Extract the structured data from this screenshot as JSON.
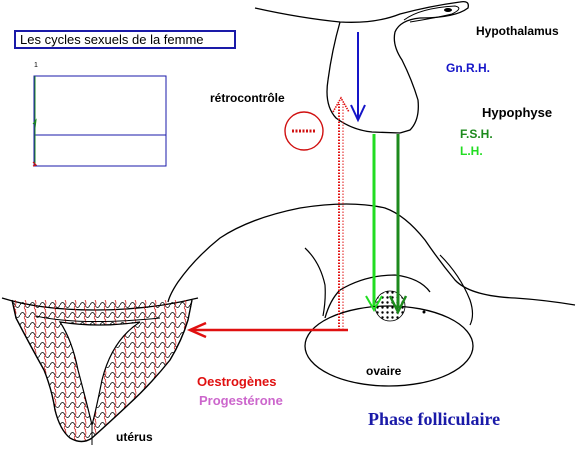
{
  "title": "Les cycles sexuels de la femme",
  "labels": {
    "hypothalamus": "Hypothalamus",
    "gnrh": "Gn.R.H.",
    "hypophyse": "Hypophyse",
    "fsh": "F.S.H.",
    "lh": "L.H.",
    "retrocontrole": "rétrocontrôle",
    "ovaire": "ovaire",
    "oestrogenes": "Oestrogènes",
    "progesterone": "Progestérone",
    "uterus": "utérus",
    "phase": "Phase folliculaire"
  },
  "mini_chart": {
    "tick_label": "1"
  },
  "colors": {
    "gnrh": "#1515c8",
    "fsh": "#1d8a1d",
    "lh": "#22dd22",
    "oestrogenes": "#e01010",
    "progesterone": "#cc66cc",
    "phase": "#1a1aa8"
  }
}
